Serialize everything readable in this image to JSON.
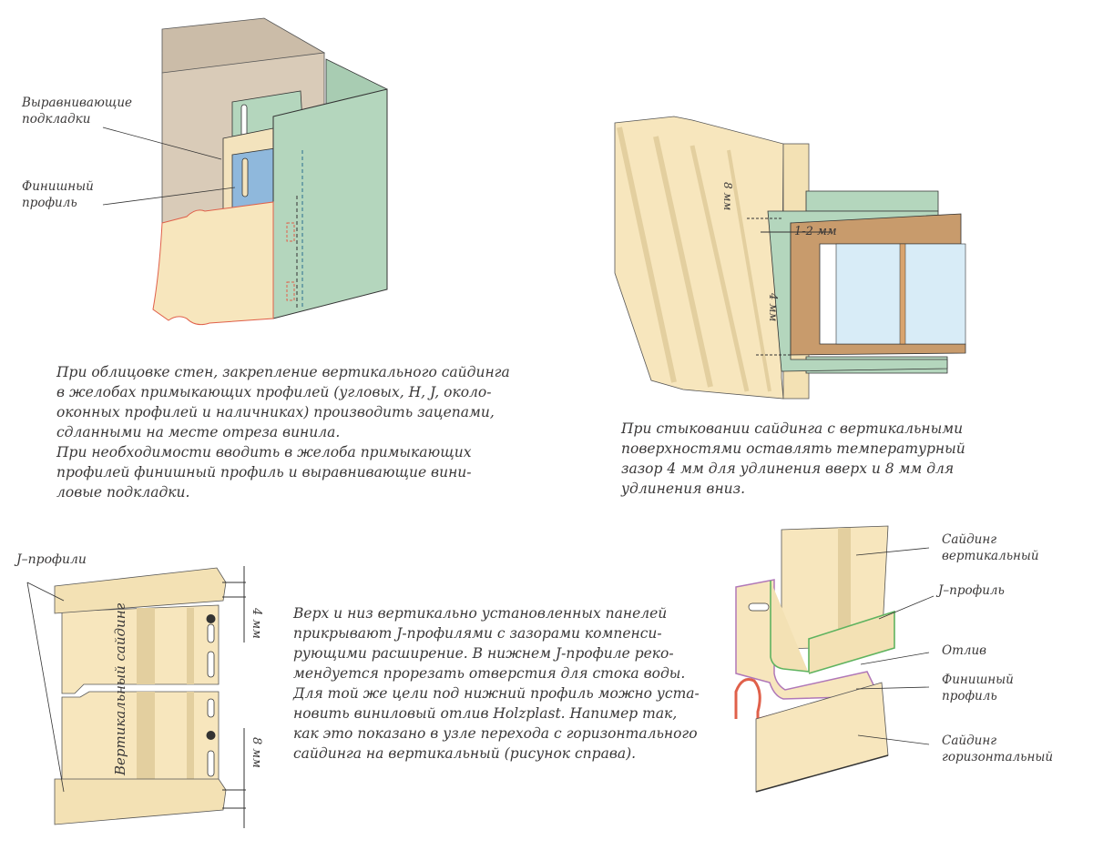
{
  "figure1": {
    "labels": {
      "shims": [
        "Выравнивающие",
        "подкладки"
      ],
      "finish_profile": [
        "Финишный",
        "профиль"
      ]
    },
    "caption": [
      "При облицовке стен, закрепление вертикального сайдинга",
      "в желобах примыкающих профилей (угловых, H, J, около-",
      "оконных профилей и наличниках) производить зацепами,",
      "сдланными на месте отреза винила.",
      "При необходимости вводить в желоба примыкающих",
      "профилей финишный профиль и выравнивающие вини-",
      "ловые подкладки."
    ]
  },
  "figure2": {
    "dimensions": {
      "top_gap": "8 мм",
      "side_gap": "1-2 мм",
      "bottom_gap": "4 мм"
    },
    "caption": [
      "При стыковании сайдинга с вертикальными",
      "поверхностями оставлять температурный",
      "зазор 4 мм для удлинения вверх и 8 мм для",
      "удлинения вниз."
    ]
  },
  "figure3": {
    "labels": {
      "j_profiles": "J–профили",
      "vertical_siding": "Вертикальный сайдинг",
      "top_gap": "4 мм",
      "bottom_gap": "8 мм"
    },
    "caption": [
      "Верх и низ вертикально установленных панелей",
      "прикрывают J-профилями с зазорами компенси-",
      "рующими расширение. В нижнем J-профиле реко-",
      "мендуется прорезать отверстия для стока воды.",
      "Для той же цели под нижний профиль можно уста-",
      "новить виниловый отлив Holzplast. Напимер так,",
      "как это показано в узле перехода с горизонтального",
      "сайдинга на вертикальный (рисунок справа)."
    ]
  },
  "figure4": {
    "labels": {
      "vertical_siding": [
        "Сайдинг",
        "вертикальный"
      ],
      "j_profile": "J–профиль",
      "drip": "Отлив",
      "finish_profile": [
        "Финишный",
        "профиль"
      ],
      "horizontal_siding": [
        "Сайдинг",
        "горизонтальный"
      ]
    }
  },
  "colors": {
    "siding": "#f7e6bd",
    "siding_shadow": "#e3cf9f",
    "trim_green": "#b4d6bd",
    "wall": "#d9cbb8",
    "wall_top": "#cbbca8",
    "frame_wood": "#c89b6c",
    "glass": "#d8ecf7",
    "finish_blue": "#8fb8dc",
    "outline_red": "#e0604a",
    "outline_purple": "#b078b8",
    "outline_green": "#5fb35f"
  }
}
